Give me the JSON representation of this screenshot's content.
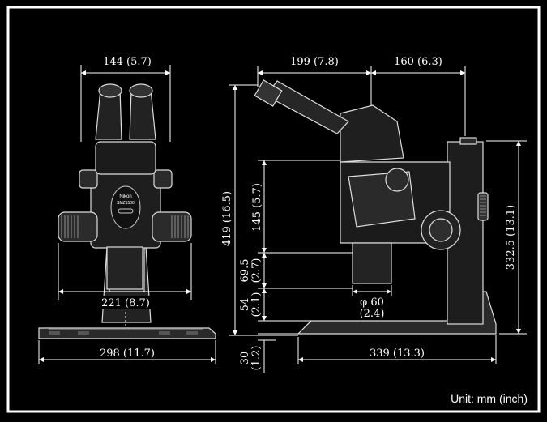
{
  "unit_note": "Unit: mm (inch)",
  "front": {
    "width_top": "144 (5.7)",
    "width_focus": "221 (8.7)",
    "width_base": "298 (11.7)",
    "badge_brand": "Nikon",
    "badge_model": "SMZ1500"
  },
  "side": {
    "eyepiece_reach": "199 (7.8)",
    "rear_depth": "160 (6.3)",
    "total_height": "419 (16.5)",
    "body_height": "145 (5.7)",
    "objective_height_a": "69.5",
    "objective_height_b": "(2.7)",
    "mount_diameter_a": "φ 60",
    "mount_diameter_b": "(2.4)",
    "stage_height_a": "54",
    "stage_height_b": "(2.1)",
    "base_thickness_a": "30",
    "base_thickness_b": "(1.2)",
    "base_depth": "339 (13.3)",
    "pillar_height": "332.5 (13.1)"
  },
  "colors": {
    "background": "#000000",
    "frame": "#ffffff",
    "body": "#1a1a1a",
    "outline": "#d9d9d9"
  }
}
